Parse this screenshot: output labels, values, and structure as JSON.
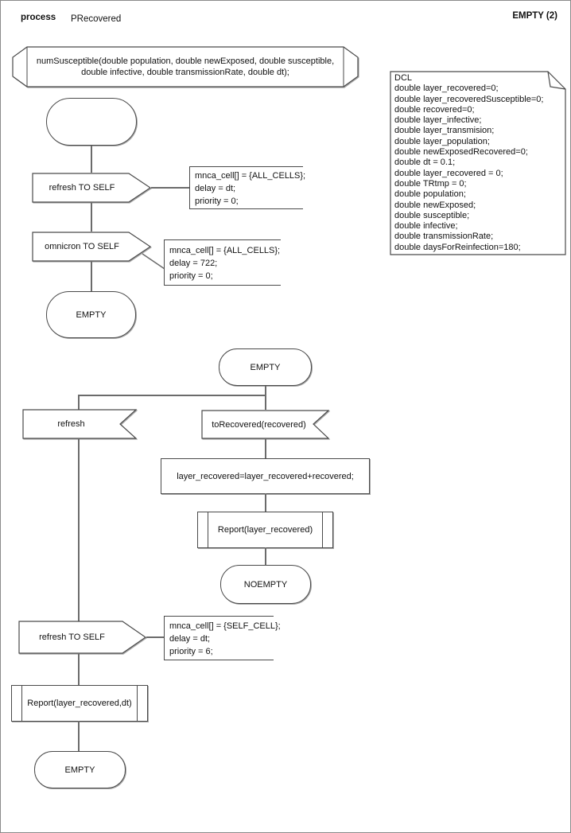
{
  "header": {
    "kind_label": "process",
    "process_name": "PRecovered",
    "page_label": "EMPTY (2)"
  },
  "procedure_declaration": {
    "text": "numSusceptible(double population, double newExposed, double susceptible, double infective, double transmissionRate, double dt);"
  },
  "dcl_note": {
    "lines": [
      "DCL",
      "double layer_recovered=0;",
      "double layer_recoveredSusceptible=0;",
      "double recovered=0;",
      "double layer_infective;",
      "double layer_transmision;",
      "double layer_population;",
      "double newExposedRecovered=0;",
      "double dt = 0.1;",
      "double layer_recovered = 0;",
      "double TRtmp = 0;",
      "double population;",
      "double newExposed;",
      "double susceptible;",
      "double infective;",
      "double transmissionRate;",
      "double daysForReinfection=180;"
    ]
  },
  "flow_top": {
    "output_refresh_label": "refresh TO SELF",
    "callout_refresh_lines": [
      "mnca_cell[] = {ALL_CELLS};",
      "delay = dt;",
      "priority = 0;"
    ],
    "output_omnicron_label": "omnicron TO SELF",
    "callout_omnicron_lines": [
      "mnca_cell[] = {ALL_CELLS};",
      "delay = 722;",
      "priority = 0;"
    ],
    "state_empty_label": "EMPTY"
  },
  "flow_middle": {
    "state_empty_label": "EMPTY",
    "input_refresh_label": "refresh",
    "input_torecovered_label": "toRecovered(recovered)",
    "task_label": "layer_recovered=layer_recovered+recovered;",
    "procedure_label": "Report(layer_recovered)",
    "state_noempty_label": "NOEMPTY"
  },
  "flow_bottom": {
    "output_refresh_label": "refresh TO SELF",
    "callout_refresh_lines": [
      "mnca_cell[] = {SELF_CELL};",
      "delay = dt;",
      "priority = 6;"
    ],
    "procedure_label": "Report(layer_recovered,dt)",
    "state_empty_label": "EMPTY"
  },
  "colors": {
    "shape_border": "#4a4a4a",
    "connector": "#6b6b6b",
    "background": "#ffffff",
    "page_border": "#8a8a8a",
    "text": "#111111"
  }
}
